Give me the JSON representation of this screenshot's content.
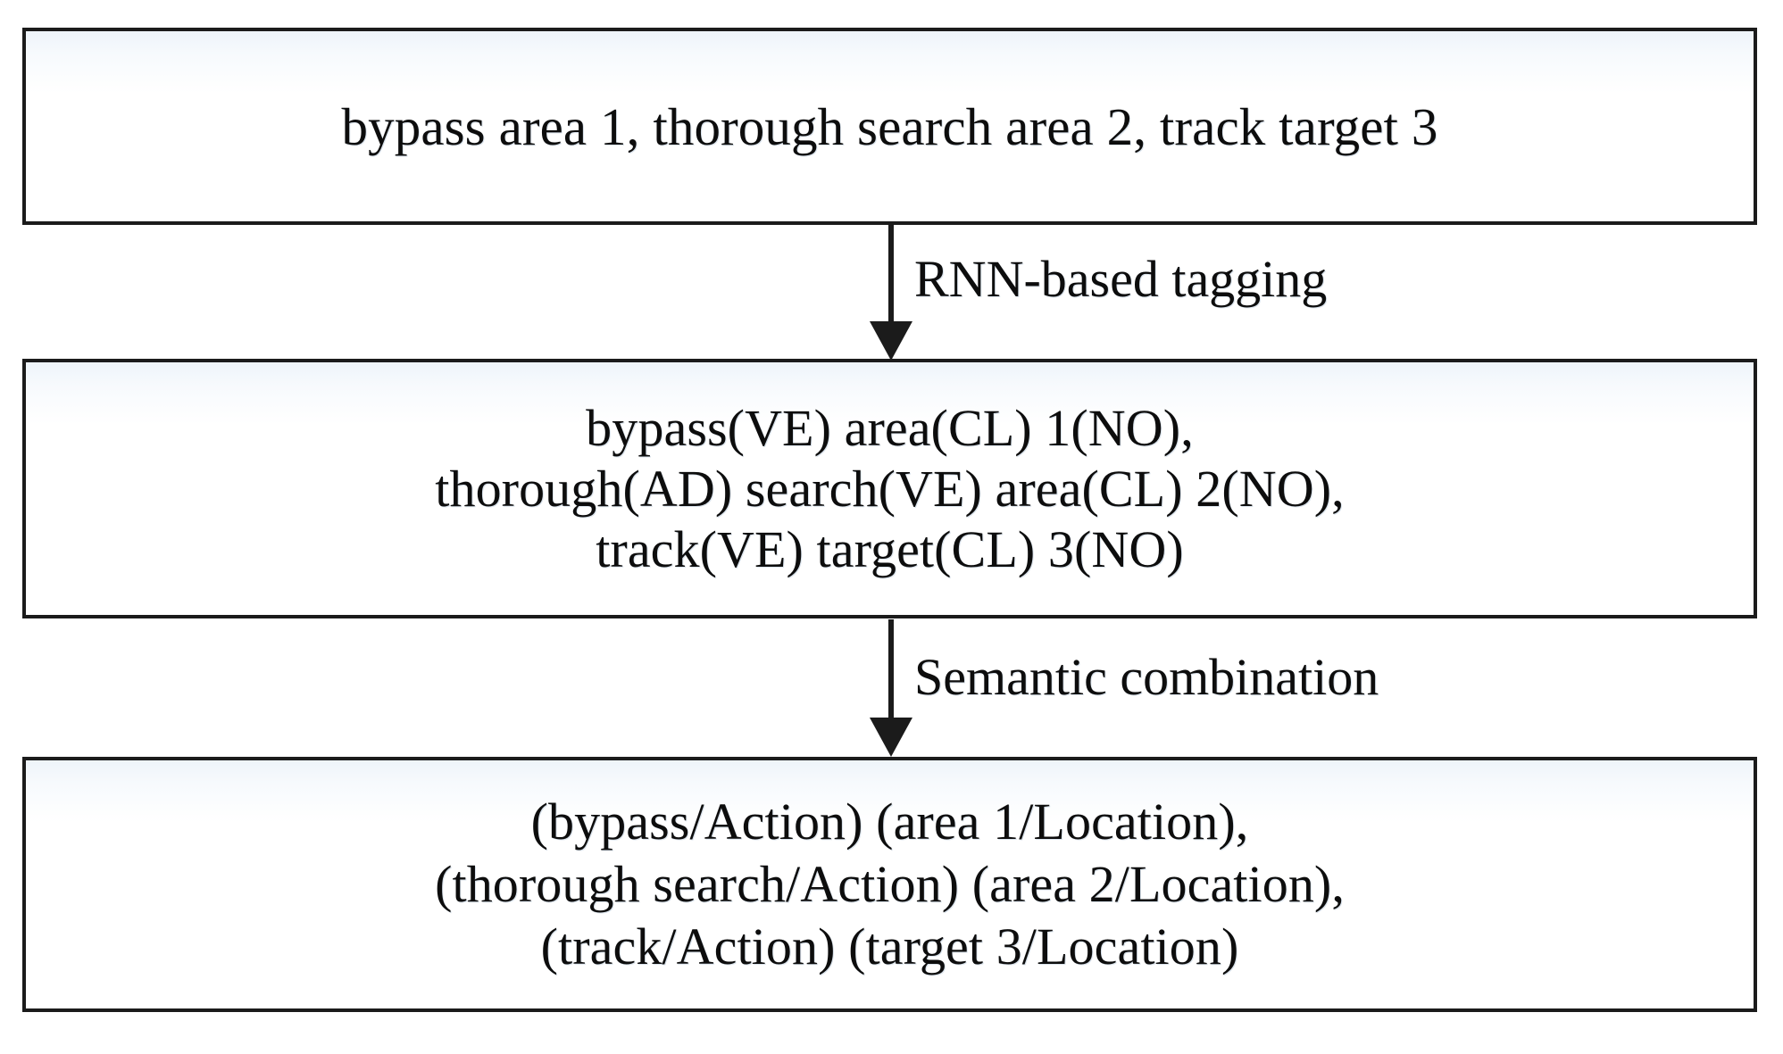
{
  "diagram": {
    "type": "vertical-flowchart",
    "title": "",
    "steps": [
      {
        "id": "input-sentence",
        "text": "bypass area 1, thorough search area 2, track target 3"
      },
      {
        "id": "tagged-sentence",
        "text": "bypass(VE) area(CL) 1(NO),\nthorough(AD) search(VE) area(CL) 2(NO),\ntrack(VE) target(CL) 3(NO)"
      },
      {
        "id": "semantic-output",
        "text": "(bypass/Action) (area 1/Location),\n(thorough search/Action) (area 2/Location),\n(track/Action) (target 3/Location)"
      }
    ],
    "transitions": [
      {
        "id": "transition-1",
        "label": "RNN-based tagging"
      },
      {
        "id": "transition-2",
        "label": "Semantic combination"
      }
    ],
    "colors": {
      "border": "#1b1b1b",
      "text": "#0d0d0d",
      "box_fill_top": "#eef4fa",
      "box_fill_bottom": "#ffffff",
      "page_background": "#ffffff"
    }
  }
}
